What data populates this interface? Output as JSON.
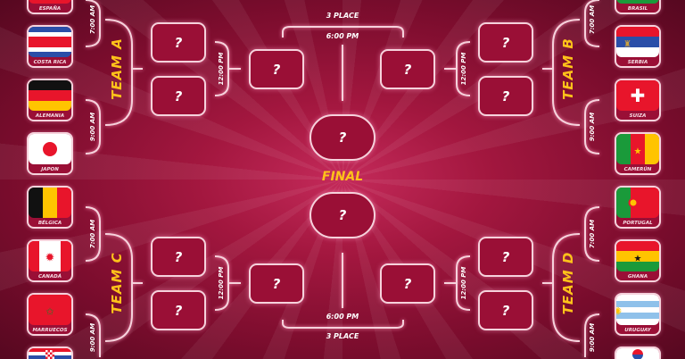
{
  "left_teams": [
    {
      "name": "ESPAÑA",
      "dir": "h",
      "colors": [
        "#e8152b",
        "#ffc400",
        "#ffc400",
        "#e8152b"
      ]
    },
    {
      "name": "COSTA RICA",
      "dir": "h",
      "colors": [
        "#2a4ea8",
        "#ffffff",
        "#e8152b",
        "#e8152b",
        "#ffffff",
        "#2a4ea8"
      ]
    },
    {
      "name": "ALEMANIA",
      "dir": "h",
      "colors": [
        "#111111",
        "#e8152b",
        "#ffc400"
      ]
    },
    {
      "name": "JAPON",
      "dir": "h",
      "colors": [
        "#ffffff"
      ],
      "emblem": "red-circle"
    },
    {
      "name": "BÉLGICA",
      "dir": "v",
      "colors": [
        "#111111",
        "#ffc400",
        "#e8152b"
      ]
    },
    {
      "name": "CANADÁ",
      "dir": "v",
      "colors": [
        "#e8152b",
        "#ffffff",
        "#ffffff",
        "#e8152b"
      ],
      "emblem": "maple-leaf"
    },
    {
      "name": "MARRUECOS",
      "dir": "h",
      "colors": [
        "#e8152b"
      ],
      "emblem": "green-star"
    },
    {
      "name": "",
      "dir": "h",
      "colors": [
        "#e8152b",
        "#ffffff",
        "#2a4ea8"
      ],
      "emblem": "checker-shield"
    }
  ],
  "right_teams": [
    {
      "name": "BRASIL",
      "dir": "h",
      "colors": [
        "#1a9a3a"
      ],
      "emblem": "yellow-diamond"
    },
    {
      "name": "SERBIA",
      "dir": "h",
      "colors": [
        "#e8152b",
        "#2a4ea8",
        "#ffffff"
      ],
      "emblem": "coat-of-arms"
    },
    {
      "name": "SUIZA",
      "dir": "h",
      "colors": [
        "#e8152b"
      ],
      "emblem": "white-cross"
    },
    {
      "name": "CAMERÚN",
      "dir": "v",
      "colors": [
        "#1a9a3a",
        "#e8152b",
        "#ffc400"
      ],
      "emblem": "yellow-star"
    },
    {
      "name": "PORTUGAL",
      "dir": "v",
      "colors": [
        "#1a9a3a",
        "#e8152b",
        "#e8152b"
      ],
      "emblem": "shield"
    },
    {
      "name": "GHANA",
      "dir": "h",
      "colors": [
        "#e8152b",
        "#ffc400",
        "#1a9a3a"
      ],
      "emblem": "black-star"
    },
    {
      "name": "URUGUAY",
      "dir": "h",
      "colors": [
        "#ffffff",
        "#8fc1ea",
        "#ffffff",
        "#8fc1ea",
        "#ffffff"
      ],
      "emblem": "sun"
    },
    {
      "name": "",
      "dir": "h",
      "colors": [
        "#ffffff"
      ],
      "emblem": "taeguk"
    }
  ],
  "groups": {
    "a": "TEAM A",
    "b": "TEAM B",
    "c": "TEAM C",
    "d": "TEAM D"
  },
  "times": {
    "first": "7:00 AM",
    "second": "9:00 AM",
    "qf": "12:00 PM",
    "final": "6:00 PM"
  },
  "third_place": "3 PLACE",
  "final_label": "FINAL",
  "unknown": "?",
  "colors": {
    "line": "#f6d2dc",
    "accent": "#ffc21a",
    "box": "#9a0f36"
  }
}
